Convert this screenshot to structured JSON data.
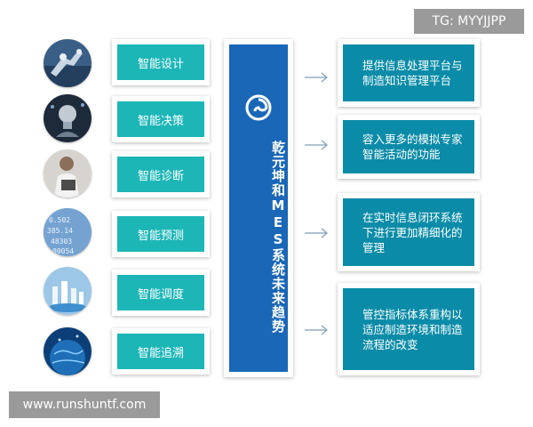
{
  "watermark_top": "TG: MYYJJPP",
  "watermark_bottom": "www.runshuntf.com",
  "center_title": "乾元坤和MES系统未来趋势",
  "capabilities": [
    {
      "label": "智能设计",
      "icon": "robot-arm-photo"
    },
    {
      "label": "智能决策",
      "icon": "lightbulb-photo"
    },
    {
      "label": "智能诊断",
      "icon": "person-tablet-photo"
    },
    {
      "label": "智能预测",
      "icon": "digits-photo"
    },
    {
      "label": "智能调度",
      "icon": "city-network-photo"
    },
    {
      "label": "智能追溯",
      "icon": "globe-photo"
    }
  ],
  "outcomes": [
    {
      "text": "提供信息处理平台与制造知识管理平台"
    },
    {
      "text": "容入更多的模拟专家智能活动的功能"
    },
    {
      "text": "在实时信息闭环系统下进行更加精细化的管理"
    },
    {
      "text": "管控指标体系重构以适应制造环境和制造流程的改变"
    }
  ],
  "colors": {
    "label_fill": "#1db6b7",
    "center_fill": "#1a67b8",
    "outcome_fill": "#0a8ca8",
    "watermark": "#9a9a9a"
  }
}
